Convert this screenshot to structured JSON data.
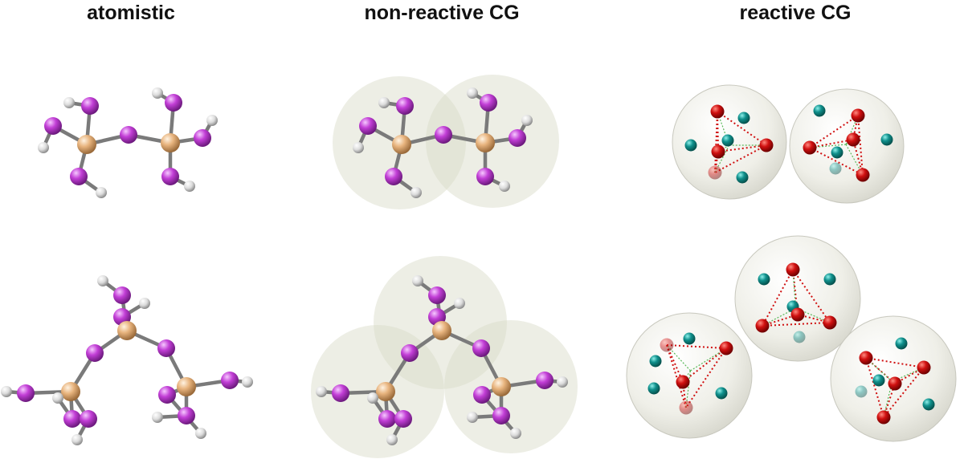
{
  "headers": {
    "atomistic": "atomistic",
    "nonreactive": "non-reactive CG",
    "reactive": "reactive CG"
  },
  "colors": {
    "silicon": "#e8b47e",
    "oxygen": "#c23ed6",
    "hydrogen": "#dcdcdc",
    "bond": "#7a7a7a",
    "cg_bead": "#e7e7d8",
    "reactive_red": "#d01010",
    "reactive_teal": "#10908c"
  },
  "panels": [
    {
      "column": "atomistic",
      "molecule": "dimer"
    },
    {
      "column": "non-reactive CG",
      "molecule": "dimer"
    },
    {
      "column": "reactive CG",
      "molecule": "dimer"
    },
    {
      "column": "atomistic",
      "molecule": "trimer"
    },
    {
      "column": "non-reactive CG",
      "molecule": "trimer"
    },
    {
      "column": "reactive CG",
      "molecule": "trimer"
    }
  ]
}
